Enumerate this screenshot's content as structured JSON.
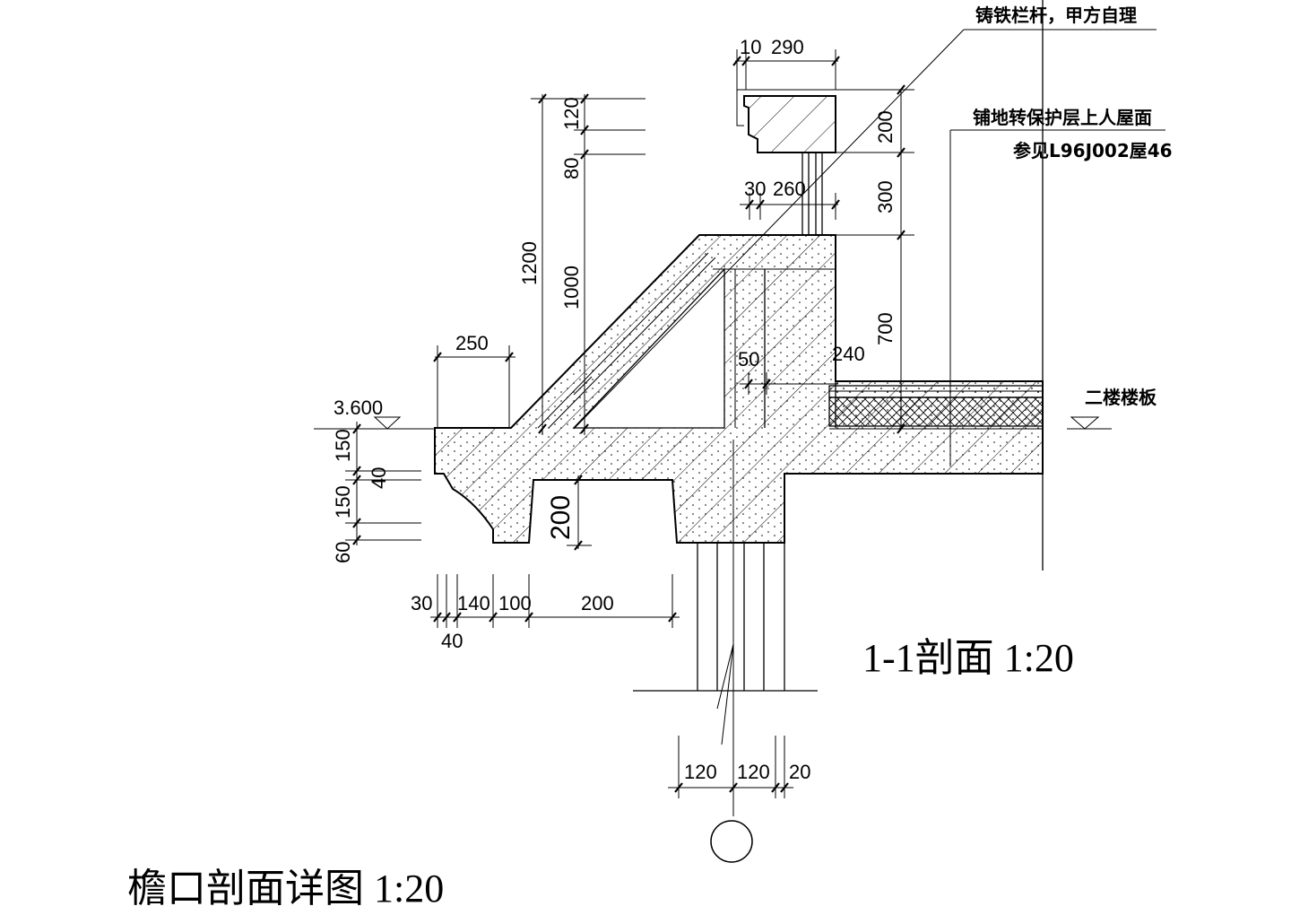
{
  "titles": {
    "section": "1-1剖面 1:20",
    "detail": "檐口剖面详图 1:20"
  },
  "notes": {
    "railing": "铸铁栏杆，甲方自理",
    "roof_1": "铺地转保护层上人屋面",
    "roof_2": "参见L96J002屋46",
    "floor": "二楼楼板",
    "elevation": "3.600"
  },
  "dims": {
    "top_10": "10",
    "top_290": "290",
    "d30": "30",
    "d260": "260",
    "v200": "200",
    "v300": "300",
    "v700": "700",
    "v120": "120",
    "v80": "80",
    "v1200": "1200",
    "v1000": "1000",
    "h250": "250",
    "h50": "50",
    "h240": "240",
    "l150a": "150",
    "l40": "40",
    "l150b": "150",
    "l60": "60",
    "b200v": "200",
    "b30": "30",
    "b140": "140",
    "b100": "100",
    "b200": "200",
    "b40": "40",
    "c120a": "120",
    "c120b": "120",
    "c20": "20"
  }
}
